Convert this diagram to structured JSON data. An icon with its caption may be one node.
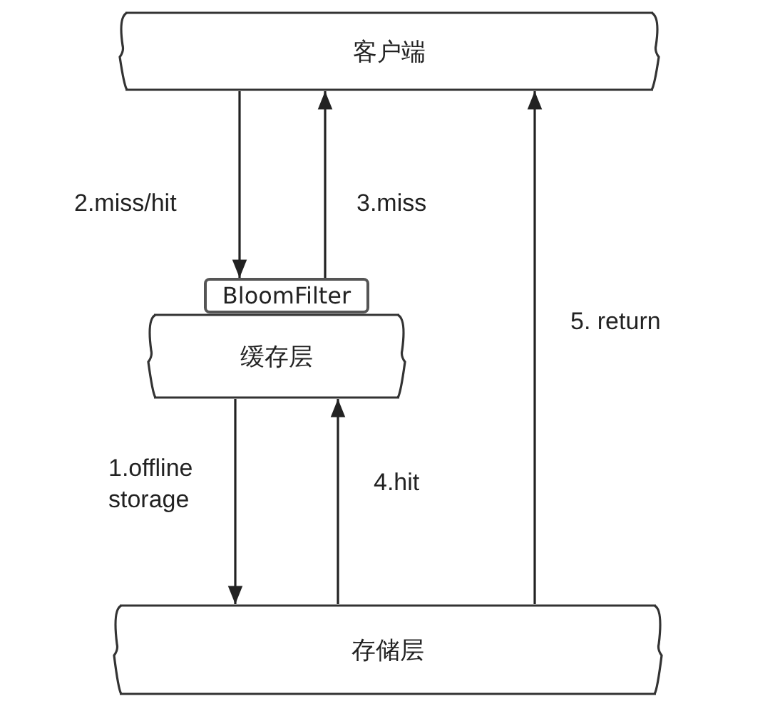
{
  "diagram": {
    "nodes": [
      {
        "text": [
          "客户端"
        ]
      },
      {
        "text": [
          "BloomFilter"
        ]
      },
      {
        "text": [
          "缓存层"
        ]
      },
      {
        "text": [
          "存储层"
        ]
      }
    ],
    "edges": [
      {
        "from": 0,
        "to": 1,
        "arrow": "to",
        "label": "2.miss/hit"
      },
      {
        "from": 1,
        "to": 0,
        "arrow": "to",
        "label": "3.miss"
      },
      {
        "from": 2,
        "to": 3,
        "arrow": "to",
        "label": "1.offline storage"
      },
      {
        "from": 3,
        "to": 2,
        "arrow": "to",
        "label": "4.hit"
      },
      {
        "from": 3,
        "to": 0,
        "arrow": "to",
        "label": "5. return"
      }
    ]
  }
}
